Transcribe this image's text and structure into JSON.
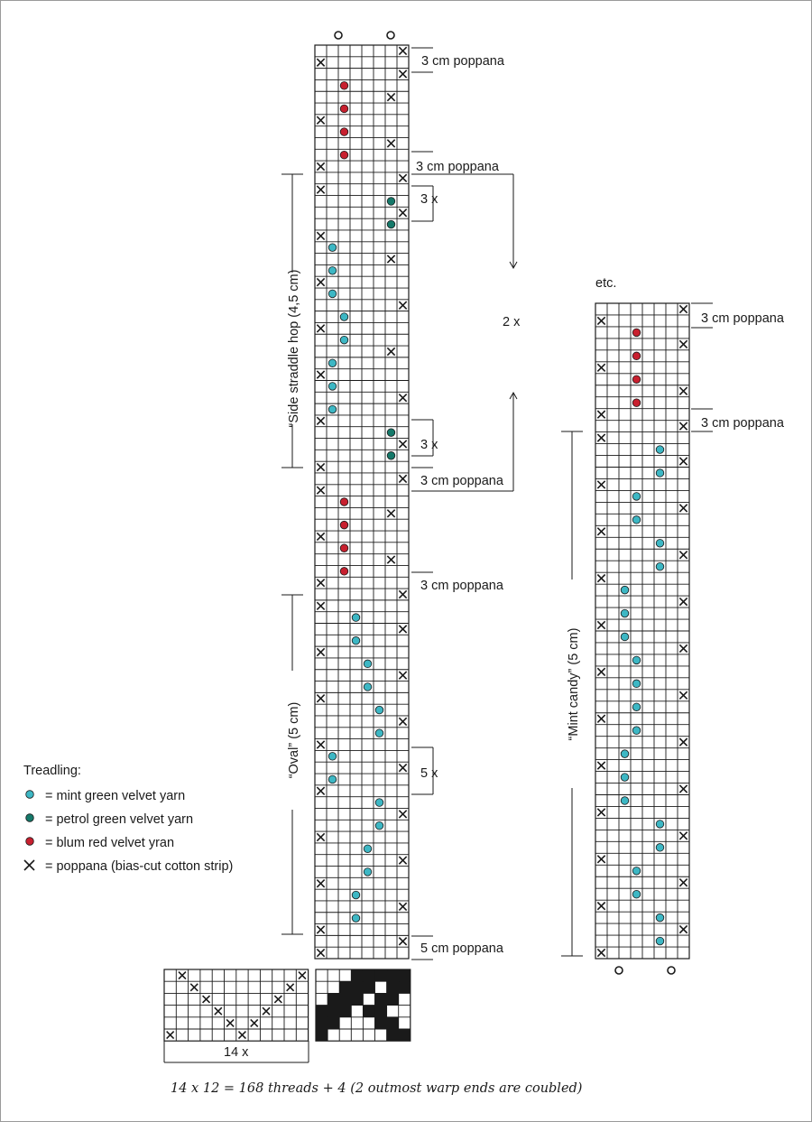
{
  "colors": {
    "mint": "#3db7c4",
    "petrol": "#15796a",
    "red": "#c8202f",
    "ink": "#1a1a1a"
  },
  "left_column": {
    "top_label": "3 cm poppana",
    "label_b": "3 cm poppana",
    "repeat_a": "3 x",
    "repeat_total": "2 x",
    "repeat_b": "3 x",
    "label_c": "3 cm poppana",
    "label_d": "3 cm poppana",
    "repeat_oval": "5 x",
    "bottom_label": "5 cm poppana",
    "side_label_straddle": "“Side straddle hop (4,5 cm)",
    "side_label_oval": "“Oval” (5 cm)"
  },
  "right_column": {
    "etc": "etc.",
    "label_a": "3 cm poppana",
    "label_b": "3 cm poppana",
    "side_label_mint": "“Mint candy” (5 cm)"
  },
  "legend": {
    "title": "Treadling:",
    "items": [
      {
        "marker": "mint-dot",
        "text": "= mint green velvet yarn"
      },
      {
        "marker": "petrol-dot",
        "text": "= petrol green velvet yarn"
      },
      {
        "marker": "red-dot",
        "text": "= blum red velvet yran"
      },
      {
        "marker": "x-mark",
        "text": "= poppana (bias-cut cotton strip)"
      }
    ]
  },
  "threading": {
    "repeat_label": "14 x",
    "formula": "14 x 12 = 168 threads + 4 (2 outmost warp ends are coubled)"
  },
  "treadle_pattern_left": {
    "columns": 8,
    "rows": [
      [
        8,
        ""
      ],
      [
        1,
        ""
      ],
      [
        8,
        ""
      ],
      [
        3,
        "red"
      ],
      [
        7,
        ""
      ],
      [
        3,
        "red"
      ],
      [
        1,
        ""
      ],
      [
        3,
        "red"
      ],
      [
        7,
        ""
      ],
      [
        3,
        "red"
      ],
      [
        1,
        ""
      ],
      [
        8,
        ""
      ],
      [
        1,
        ""
      ],
      [
        7,
        "petrol"
      ],
      [
        8,
        ""
      ],
      [
        7,
        "petrol"
      ],
      [
        1,
        ""
      ],
      [
        2,
        "mint"
      ],
      [
        7,
        ""
      ],
      [
        2,
        "mint"
      ],
      [
        1,
        ""
      ],
      [
        2,
        "mint"
      ],
      [
        8,
        ""
      ],
      [
        3,
        "mint"
      ],
      [
        1,
        ""
      ],
      [
        3,
        "mint"
      ],
      [
        7,
        ""
      ],
      [
        2,
        "mint"
      ],
      [
        1,
        ""
      ],
      [
        2,
        "mint"
      ],
      [
        8,
        ""
      ],
      [
        2,
        "mint"
      ],
      [
        1,
        ""
      ],
      [
        7,
        "petrol"
      ],
      [
        8,
        ""
      ],
      [
        7,
        "petrol"
      ],
      [
        1,
        ""
      ],
      [
        8,
        ""
      ],
      [
        1,
        ""
      ],
      [
        3,
        "red"
      ],
      [
        7,
        ""
      ],
      [
        3,
        "red"
      ],
      [
        1,
        ""
      ],
      [
        3,
        "red"
      ],
      [
        7,
        ""
      ],
      [
        3,
        "red"
      ],
      [
        1,
        ""
      ],
      [
        8,
        ""
      ],
      [
        1,
        ""
      ],
      [
        4,
        "mint"
      ],
      [
        8,
        ""
      ],
      [
        4,
        "mint"
      ],
      [
        1,
        ""
      ],
      [
        5,
        "mint"
      ],
      [
        8,
        ""
      ],
      [
        5,
        "mint"
      ],
      [
        1,
        ""
      ],
      [
        6,
        "mint"
      ],
      [
        8,
        ""
      ],
      [
        6,
        "mint"
      ],
      [
        1,
        ""
      ],
      [
        2,
        "mint"
      ],
      [
        8,
        ""
      ],
      [
        2,
        "mint"
      ],
      [
        1,
        ""
      ],
      [
        6,
        "mint"
      ],
      [
        8,
        ""
      ],
      [
        6,
        "mint"
      ],
      [
        1,
        ""
      ],
      [
        5,
        "mint"
      ],
      [
        8,
        ""
      ],
      [
        5,
        "mint"
      ],
      [
        1,
        ""
      ],
      [
        4,
        "mint"
      ],
      [
        8,
        ""
      ],
      [
        4,
        "mint"
      ],
      [
        1,
        ""
      ],
      [
        8,
        ""
      ],
      [
        1,
        ""
      ]
    ]
  },
  "treadle_pattern_right": {
    "columns": 8,
    "rows": [
      [
        8,
        ""
      ],
      [
        1,
        ""
      ],
      [
        4,
        "red"
      ],
      [
        8,
        ""
      ],
      [
        4,
        "red"
      ],
      [
        1,
        ""
      ],
      [
        4,
        "red"
      ],
      [
        8,
        ""
      ],
      [
        4,
        "red"
      ],
      [
        1,
        ""
      ],
      [
        8,
        ""
      ],
      [
        1,
        ""
      ],
      [
        6,
        "mint"
      ],
      [
        8,
        ""
      ],
      [
        6,
        "mint"
      ],
      [
        1,
        ""
      ],
      [
        4,
        "mint"
      ],
      [
        8,
        ""
      ],
      [
        4,
        "mint"
      ],
      [
        1,
        ""
      ],
      [
        6,
        "mint"
      ],
      [
        8,
        ""
      ],
      [
        6,
        "mint"
      ],
      [
        1,
        ""
      ],
      [
        3,
        "mint"
      ],
      [
        8,
        ""
      ],
      [
        3,
        "mint"
      ],
      [
        1,
        ""
      ],
      [
        3,
        "mint"
      ],
      [
        8,
        ""
      ],
      [
        4,
        "mint"
      ],
      [
        1,
        ""
      ],
      [
        4,
        "mint"
      ],
      [
        8,
        ""
      ],
      [
        4,
        "mint"
      ],
      [
        1,
        ""
      ],
      [
        4,
        "mint"
      ],
      [
        8,
        ""
      ],
      [
        3,
        "mint"
      ],
      [
        1,
        ""
      ],
      [
        3,
        "mint"
      ],
      [
        8,
        ""
      ],
      [
        3,
        "mint"
      ],
      [
        1,
        ""
      ],
      [
        6,
        "mint"
      ],
      [
        8,
        ""
      ],
      [
        6,
        "mint"
      ],
      [
        1,
        ""
      ],
      [
        4,
        "mint"
      ],
      [
        8,
        ""
      ],
      [
        4,
        "mint"
      ],
      [
        1,
        ""
      ],
      [
        6,
        "mint"
      ],
      [
        8,
        ""
      ],
      [
        6,
        "mint"
      ],
      [
        1,
        ""
      ]
    ]
  }
}
